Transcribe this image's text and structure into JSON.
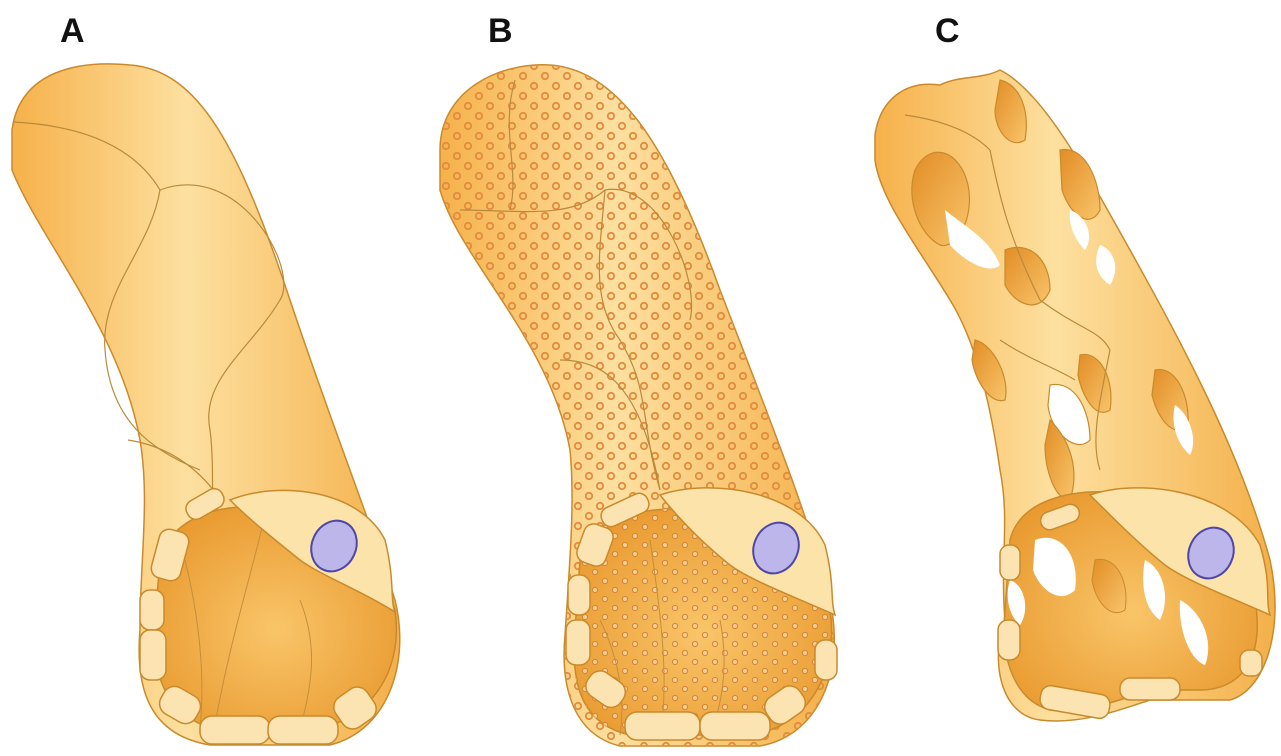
{
  "panels": [
    {
      "label": "A",
      "type": "continuous"
    },
    {
      "label": "B",
      "type": "fenestrated"
    },
    {
      "label": "C",
      "type": "sinusoidal"
    }
  ],
  "colors": {
    "wall": "#F8C15A",
    "wall_light": "#FCE1A4",
    "wall_dark": "#E89A2E",
    "outline": "#C98A2C",
    "nucleus": "#B9B2E6",
    "nucleus_outline": "#4E47A6",
    "pore": "#E8944A",
    "background": "#FFFFFF"
  }
}
